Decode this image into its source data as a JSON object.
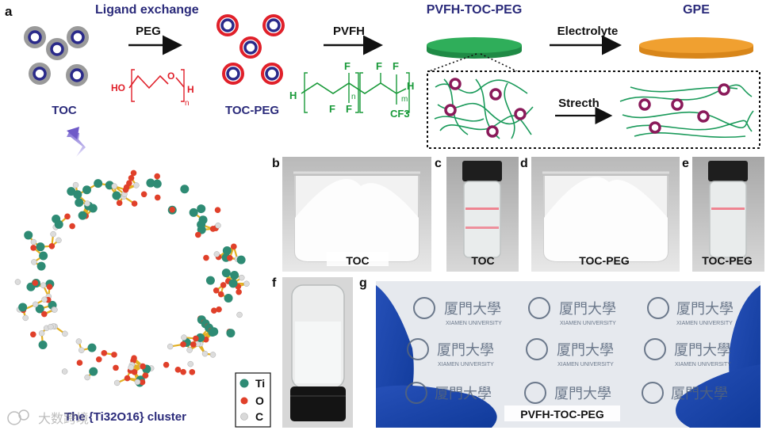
{
  "panel_a": {
    "letter": "a",
    "title_ligand_exchange": "Ligand exchange",
    "arrow_peg_label": "PEG",
    "arrow_pvfh_label": "PVFH",
    "arrow_electrolyte_label": "Electrolyte",
    "toc_label": "TOC",
    "toc_peg_label": "TOC-PEG",
    "film_label": "PVFH-TOC-PEG",
    "gpe_label": "GPE",
    "stretch_label": "Strecth",
    "peg_formula": {
      "ho": "HO",
      "o": "O",
      "h": "H",
      "n": "n"
    },
    "pvfh_formula": {
      "h_left": "H",
      "h_right": "H",
      "f": "F",
      "n": "n",
      "m": "m",
      "cf3": "CF3"
    },
    "cluster_caption": "The {Ti32O16} cluster",
    "legend": [
      {
        "label": "Ti",
        "color": "#2e8b74"
      },
      {
        "label": "O",
        "color": "#e0402a"
      },
      {
        "label": "C",
        "color": "#d9d9d9"
      }
    ]
  },
  "photos": {
    "b": {
      "letter": "b",
      "label": "TOC"
    },
    "c": {
      "letter": "c",
      "label": "TOC"
    },
    "d": {
      "letter": "d",
      "label": "TOC-PEG"
    },
    "e": {
      "letter": "e",
      "label": "TOC-PEG"
    },
    "f": {
      "letter": "f"
    },
    "g": {
      "letter": "g",
      "label": "PVFH-TOC-PEG",
      "watermark_cn": "厦門大學",
      "watermark_en": "XIAMEN UNIVERSITY"
    }
  },
  "watermark": "大数跨境",
  "colors": {
    "navy": "#2a2a7a",
    "peg_red": "#e0202a",
    "pvfh_green": "#1a9a3a",
    "film_green": "#2fae5a",
    "gpe_orange": "#f0a030",
    "ti_teal": "#2e8b74"
  }
}
